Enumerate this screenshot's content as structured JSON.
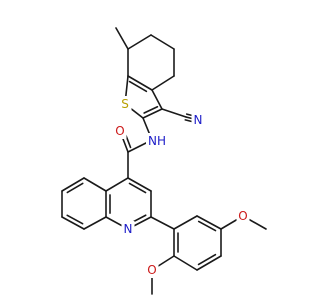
{
  "colors": {
    "bond": "#1a1a1a",
    "carbon": "#1a1a1a",
    "nitrogen": "#1c1cc8",
    "oxygen": "#cc1a1a",
    "sulfur": "#b8a000",
    "background": "#ffffff"
  },
  "atoms": [
    {
      "id": "n_quin",
      "symbol": "N",
      "color": "nitrogen"
    },
    {
      "id": "n_amide",
      "symbol": "NH",
      "color": "nitrogen"
    },
    {
      "id": "n_nitrile",
      "symbol": "N",
      "color": "nitrogen"
    },
    {
      "id": "o_carbonyl",
      "symbol": "O",
      "color": "oxygen"
    },
    {
      "id": "o_meo_upper",
      "symbol": "O",
      "color": "oxygen"
    },
    {
      "id": "o_meo_lower",
      "symbol": "O",
      "color": "oxygen"
    },
    {
      "id": "s_thiophene",
      "symbol": "S",
      "color": "sulfur"
    }
  ]
}
